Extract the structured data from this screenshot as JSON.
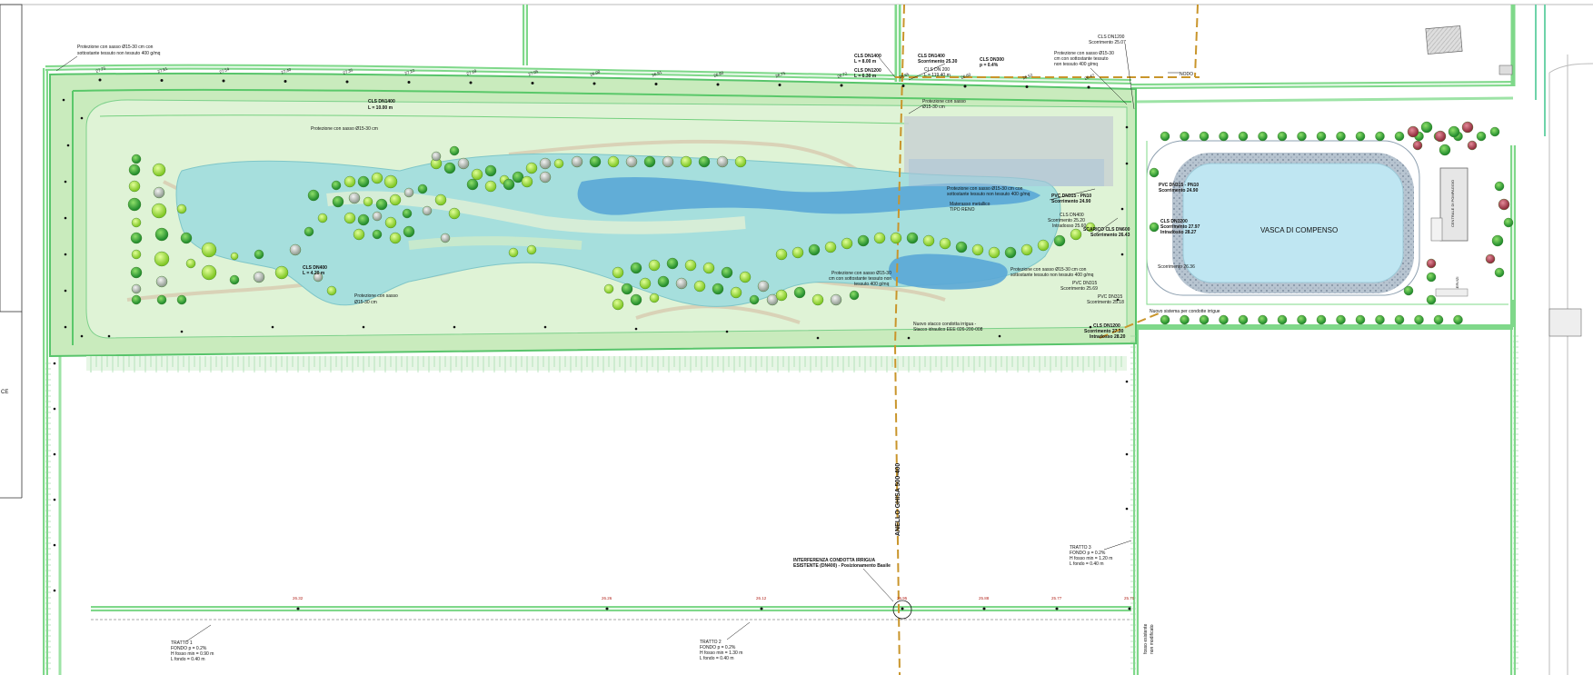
{
  "colors": {
    "paper": "#ffffff",
    "meadow": "#c9ebbd",
    "meadow_light": "#dff3d6",
    "water_shallow": "#a6dfdd",
    "water_deep": "#5aa7d6",
    "basin_water": "#bfe6f2",
    "basin_gravel": "#9fb0c0",
    "path": "#d9d2b7",
    "embankment": "#6fcf7a",
    "pipe_gas": "#c9952b",
    "tree_light": "#9fdc3c",
    "tree_dark": "#2f9e3a",
    "tree_grey": "#a7b3a6",
    "tree_red": "#b4475a"
  },
  "labels": {
    "prot_topleft": [
      "Protezione con sasso Ø15-30 cm con",
      "sottostante tessuto non tessuto 400 g/mq"
    ],
    "cls_dn1400_a": [
      "CLS DN1400",
      "L = 10.00 m"
    ],
    "prot_ovest": "Protezione con sasso Ø15-30 cm",
    "cls_dn400": [
      "CLS DN400",
      "L = 4.20 m"
    ],
    "prot_sasso_small": [
      "Protezione con sasso",
      "Ø15-30 cm"
    ],
    "cls_dn1400_b": [
      "CLS DN1400",
      "L = 8.00 m"
    ],
    "cls_dn1200_top": [
      "CLS DN1200",
      "L = 6.30 m"
    ],
    "cls_dn1400_sc": [
      "CLS DN1400",
      "Scorrimento 25.30"
    ],
    "cls_dn200": [
      "CLS DN 200",
      "L = 119.40 m"
    ],
    "cls_dn300": [
      "CLS DN300",
      "p = 0.4%"
    ],
    "cls_dn1200_ne": [
      "CLS DN1200",
      "Scorrimento 25.07"
    ],
    "prot_ne": [
      "Protezione con sasso Ø15-30",
      "cm con sottostante tessuto",
      "non tessuto 400 g/mq"
    ],
    "nodo": "NODO",
    "prot_center_top": [
      "Protezione con sasso",
      "Ø15-30 cm"
    ],
    "prot_center_right": [
      "Protezione con sasso Ø15-30 cm con",
      "sottostante tessuto non tessuto 400 g/mq"
    ],
    "materasso": [
      "Materasso metallico",
      "TIPO RENO"
    ],
    "pvc_dn315_pn10": [
      "PVC DN315 - PN10",
      "Scorrimento 24.90"
    ],
    "cls_dn400_b": [
      "CLS DN400",
      "Scorrimento 25.20",
      "Intradosso 25.60"
    ],
    "scarico": [
      "SCARICO CLS DN600",
      "Scorrimento 26.43"
    ],
    "prot_center_low": [
      "Protezione con sasso Ø15-30",
      "cm con sottostante tessuto non",
      "tessuto 400 g/mq"
    ],
    "prot_right_low": [
      "Protezione con sasso Ø15-30 cm con",
      "sottostante tessuto non tessuto 400 g/mq"
    ],
    "pvc_dn315_a": [
      "PVC DN315",
      "Scorrimento 25.69"
    ],
    "pvc_dn315_b": [
      "PVC DN315",
      "Scorrimento 25.18"
    ],
    "nuovo_stacco": [
      "Nuovo stacco condotta irrigua -",
      "Stacco idraulico EEE 026-200-008"
    ],
    "cls_dn1200_bottom": [
      "CLS DN1200",
      "Scorrimento 27.30",
      "Intradosso 28.20"
    ],
    "cls_dn1200_east": [
      "CLS DN1200",
      "Scorrimento 27.97",
      "Intradosso 28.27"
    ],
    "pvc_dn315_east": [
      "PVC DN315 - PN10",
      "Scorrimento 24.90"
    ],
    "scorrimento_east": "Scorrimento 26.36",
    "vasca": "VASCA DI COMPENSO",
    "nuovo_sistema": "Nuovo sistema per condotte irrigue",
    "anello": "ANELLO GHISA 500-400",
    "interferenza": [
      "INTERFERENZA CONDOTTA IRRIGUA",
      "ESISTENTE (DN400) - Posizionamento Basile"
    ],
    "tratto1": [
      "TRATTO 1",
      "FONDO p = 0.2%",
      "H fosso min = 0.90 m",
      "L fondo = 0.40 m"
    ],
    "tratto2": [
      "TRATTO 2",
      "FONDO p = 0.2%",
      "H fosso min = 1.30 m",
      "L fondo = 0.40 m"
    ],
    "tratto3": [
      "TRATTO 3",
      "FONDO p = 0.2%",
      "H fosso min = 1.20 m",
      "L fondo = 0.40 m"
    ],
    "fosso_esistente": [
      "fosso esistente",
      "non modificato"
    ],
    "left_edge": "CE",
    "building_label": "SERVIZI",
    "building_label_b": "CENTRALE DI POMPAGGIO"
  },
  "elevations_top": [
    "27.75",
    "27.61",
    "27.54",
    "27.40",
    "27.35",
    "27.22",
    "27.18",
    "27.05",
    "26.98",
    "26.91",
    "26.80",
    "26.75",
    "26.72",
    "26.65",
    "26.60",
    "26.52",
    "26.47"
  ],
  "elevations_bottom": [
    "26.32",
    "26.26",
    "26.12",
    "25.95",
    "25.88",
    "25.77",
    "25.70"
  ]
}
